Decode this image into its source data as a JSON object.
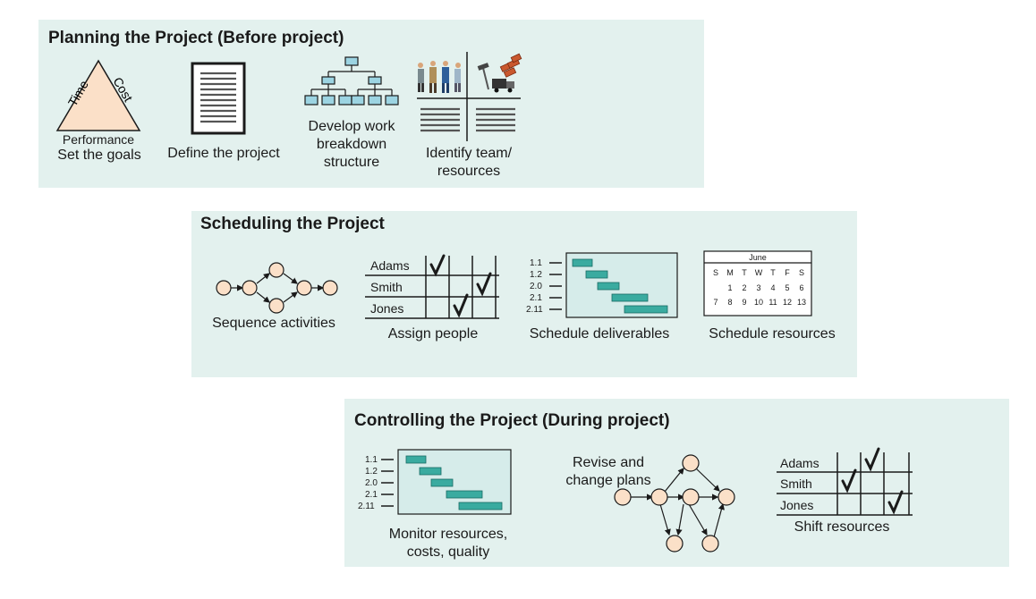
{
  "planning": {
    "title": "Planning the Project (Before project)",
    "triangle": {
      "left": "Time",
      "right": "Cost",
      "bottom": "Performance"
    },
    "captions": {
      "goals": "Set the goals",
      "define": "Define the project",
      "wbs": [
        "Develop work",
        "breakdown",
        "structure"
      ],
      "team": [
        "Identify team/",
        "resources"
      ]
    }
  },
  "scheduling": {
    "title": "Scheduling the Project",
    "captions": {
      "sequence": "Sequence activities",
      "assign": "Assign people",
      "deliverables": "Schedule deliverables",
      "resources": "Schedule resources"
    },
    "people": [
      "Adams",
      "Smith",
      "Jones"
    ],
    "gantt_labels": [
      "1.1",
      "1.2",
      "2.0",
      "2.1",
      "2.11"
    ],
    "calendar": {
      "month": "June",
      "weekdays": [
        "S",
        "M",
        "T",
        "W",
        "T",
        "F",
        "S"
      ],
      "row1": [
        "",
        "1",
        "2",
        "3",
        "4",
        "5",
        "6"
      ],
      "row2": [
        "7",
        "8",
        "9",
        "10",
        "11",
        "12",
        "13"
      ]
    }
  },
  "controlling": {
    "title": "Controlling the Project (During project)",
    "captions": {
      "monitor": [
        "Monitor resources,",
        "costs, quality"
      ],
      "revise": [
        "Revise and",
        "change plans"
      ],
      "shift": "Shift resources"
    },
    "people": [
      "Adams",
      "Smith",
      "Jones"
    ],
    "gantt_labels": [
      "1.1",
      "1.2",
      "2.0",
      "2.1",
      "2.11"
    ]
  },
  "colors": {
    "panel": "#e3f1ee",
    "triangle": "#fbe0c8",
    "node": "#fbe0c8",
    "bar": "#3aaba0",
    "box": "#9cd4e2"
  }
}
